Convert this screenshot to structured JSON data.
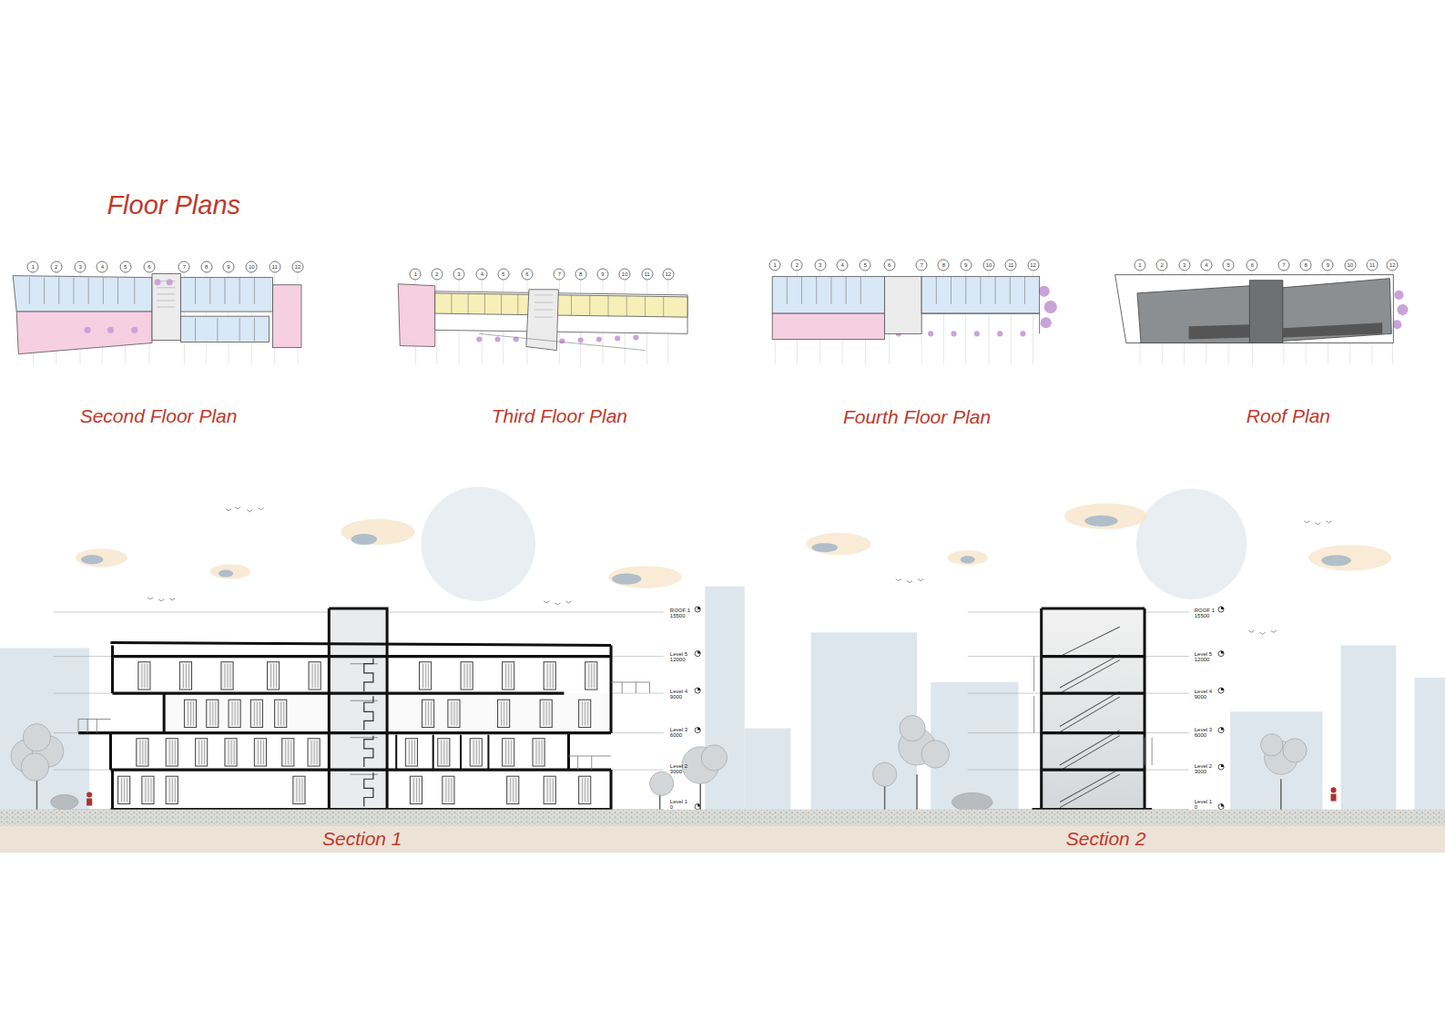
{
  "diagram": {
    "title": "Floor Plans",
    "labels": [
      "1",
      "2",
      "3",
      "4",
      "5",
      "6",
      "7",
      "8",
      "9",
      "10",
      "11",
      "12",
      "1",
      "2",
      "3",
      "4",
      "5",
      "6",
      "7",
      "8",
      "9",
      "10",
      "11",
      "12",
      "1",
      "2",
      "3",
      "4",
      "5",
      "6",
      "7",
      "8",
      "9",
      "10",
      "11",
      "12",
      "1",
      "2",
      "3",
      "4",
      "5",
      "6",
      "7",
      "8",
      "9",
      "10",
      "11",
      "12",
      "Second Floor Plan",
      "Third Floor Plan",
      "Fourth Floor Plan",
      "Roof Plan",
      "ROOF 1",
      "15500",
      "Level 5",
      "12000",
      "Level 4",
      "9000",
      "Level 3",
      "6000",
      "Level 2",
      "3000",
      "Level 1",
      "0",
      "Section 1",
      "ROOF 1",
      "15500",
      "Level 5",
      "12000",
      "Level 4",
      "9000",
      "Level 3",
      "6000",
      "Level 2",
      "3000",
      "Level 1",
      "0",
      "Section 2"
    ]
  }
}
